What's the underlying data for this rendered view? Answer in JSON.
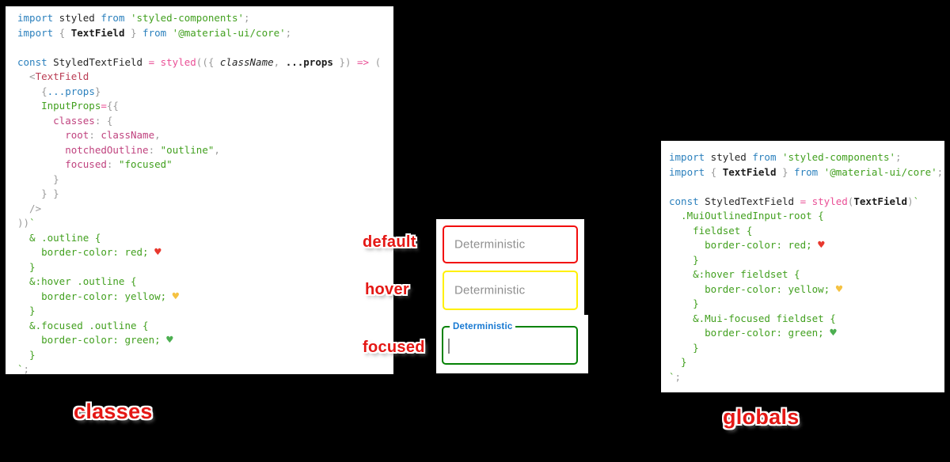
{
  "page": {
    "background": "#000000"
  },
  "labels": {
    "default": "default",
    "hover": "hover",
    "focused": "focused",
    "classes": "classes",
    "globals": "globals",
    "label_color": "#e41714"
  },
  "fields": {
    "default": {
      "placeholder": "Deterministic",
      "border_color": "#f20d0d"
    },
    "hover": {
      "placeholder": "Deterministic",
      "border_color": "#fff000"
    },
    "focused": {
      "label": "Deterministic",
      "border_color": "#058205",
      "label_color": "#1779d2"
    }
  },
  "syntax_colors": {
    "keyword_blue": "#2b80bd",
    "operator_pink": "#ea4f96",
    "string_green": "#42a01f",
    "jsx_tag_red": "#ba3d54",
    "property_magenta": "#c0437f",
    "punctuation_grey": "#9b9b9b",
    "heart_red": "#e8382e",
    "heart_yellow": "#f5c242",
    "heart_green": "#4caf50"
  },
  "panels": {
    "classes_code": {
      "lines": [
        [
          [
            "kw",
            "import"
          ],
          [
            "id",
            " styled "
          ],
          [
            "kw",
            "from"
          ],
          [
            "str",
            " 'styled-components'"
          ],
          [
            "gr",
            ";"
          ]
        ],
        [
          [
            "kw",
            "import"
          ],
          [
            "gr",
            " { "
          ],
          [
            "bold",
            "TextField"
          ],
          [
            "gr",
            " } "
          ],
          [
            "kw",
            "from"
          ],
          [
            "str",
            " '@material-ui/core'"
          ],
          [
            "gr",
            ";"
          ]
        ],
        [],
        [
          [
            "kw",
            "const"
          ],
          [
            "id",
            " StyledTextField "
          ],
          [
            "pk",
            "= styled"
          ],
          [
            "gr",
            "(({ "
          ],
          [
            "it",
            "className"
          ],
          [
            "gr",
            ", "
          ],
          [
            "bold",
            "...props"
          ],
          [
            "gr",
            " }) "
          ],
          [
            "pk",
            "=>"
          ],
          [
            "gr",
            " ("
          ]
        ],
        [
          [
            "gr",
            "  <"
          ],
          [
            "tag",
            "TextField"
          ]
        ],
        [
          [
            "gr",
            "    {"
          ],
          [
            "sp",
            "...props"
          ],
          [
            "gr",
            "}"
          ]
        ],
        [
          [
            "str",
            "    InputProps"
          ],
          [
            "pk",
            "="
          ],
          [
            "gr",
            "{{"
          ]
        ],
        [
          [
            "mg",
            "      classes"
          ],
          [
            "gr",
            ": {"
          ]
        ],
        [
          [
            "mg",
            "        root"
          ],
          [
            "gr",
            ": "
          ],
          [
            "mg",
            "className"
          ],
          [
            "gr",
            ","
          ]
        ],
        [
          [
            "mg",
            "        notchedOutline"
          ],
          [
            "gr",
            ": "
          ],
          [
            "str",
            "\"outline\""
          ],
          [
            "gr",
            ","
          ]
        ],
        [
          [
            "mg",
            "        focused"
          ],
          [
            "gr",
            ": "
          ],
          [
            "str",
            "\"focused\""
          ]
        ],
        [
          [
            "gr",
            "      }"
          ]
        ],
        [
          [
            "gr",
            "    } }"
          ]
        ],
        [
          [
            "gr",
            "  />"
          ]
        ],
        [
          [
            "gr",
            "))"
          ],
          [
            "str",
            "`"
          ]
        ],
        [
          [
            "tpl",
            "  & .outline {"
          ]
        ],
        [
          [
            "tpl",
            "    border-color: red; "
          ],
          [
            "h-red",
            "♥"
          ]
        ],
        [
          [
            "tpl",
            "  }"
          ]
        ],
        [
          [
            "tpl",
            "  &:hover .outline {"
          ]
        ],
        [
          [
            "tpl",
            "    border-color: yellow; "
          ],
          [
            "h-yel",
            "♥"
          ]
        ],
        [
          [
            "tpl",
            "  }"
          ]
        ],
        [
          [
            "tpl",
            "  &.focused .outline {"
          ]
        ],
        [
          [
            "tpl",
            "    border-color: green; "
          ],
          [
            "h-grn",
            "♥"
          ]
        ],
        [
          [
            "tpl",
            "  }"
          ]
        ],
        [
          [
            "str",
            "`"
          ],
          [
            "gr",
            ";"
          ]
        ]
      ]
    },
    "globals_code": {
      "lines": [
        [
          [
            "kw",
            "import"
          ],
          [
            "id",
            " styled "
          ],
          [
            "kw",
            "from"
          ],
          [
            "str",
            " 'styled-components'"
          ],
          [
            "gr",
            ";"
          ]
        ],
        [
          [
            "kw",
            "import"
          ],
          [
            "gr",
            " { "
          ],
          [
            "bold",
            "TextField"
          ],
          [
            "gr",
            " } "
          ],
          [
            "kw",
            "from"
          ],
          [
            "str",
            " '@material-ui/core'"
          ],
          [
            "gr",
            ";"
          ]
        ],
        [],
        [
          [
            "kw",
            "const"
          ],
          [
            "id",
            " StyledTextField "
          ],
          [
            "pk",
            "= styled"
          ],
          [
            "gr",
            "("
          ],
          [
            "bold",
            "TextField"
          ],
          [
            "gr",
            ")"
          ],
          [
            "str",
            "`"
          ]
        ],
        [
          [
            "tpl",
            "  .MuiOutlinedInput-root {"
          ]
        ],
        [
          [
            "tpl",
            "    fieldset {"
          ]
        ],
        [
          [
            "tpl",
            "      border-color: red; "
          ],
          [
            "h-red",
            "♥"
          ]
        ],
        [
          [
            "tpl",
            "    }"
          ]
        ],
        [
          [
            "tpl",
            "    &:hover fieldset {"
          ]
        ],
        [
          [
            "tpl",
            "      border-color: yellow; "
          ],
          [
            "h-yel",
            "♥"
          ]
        ],
        [
          [
            "tpl",
            "    }"
          ]
        ],
        [
          [
            "tpl",
            "    &.Mui-focused fieldset {"
          ]
        ],
        [
          [
            "tpl",
            "      border-color: green; "
          ],
          [
            "h-grn",
            "♥"
          ]
        ],
        [
          [
            "tpl",
            "    }"
          ]
        ],
        [
          [
            "tpl",
            "  }"
          ]
        ],
        [
          [
            "str",
            "`"
          ],
          [
            "gr",
            ";"
          ]
        ]
      ]
    }
  }
}
